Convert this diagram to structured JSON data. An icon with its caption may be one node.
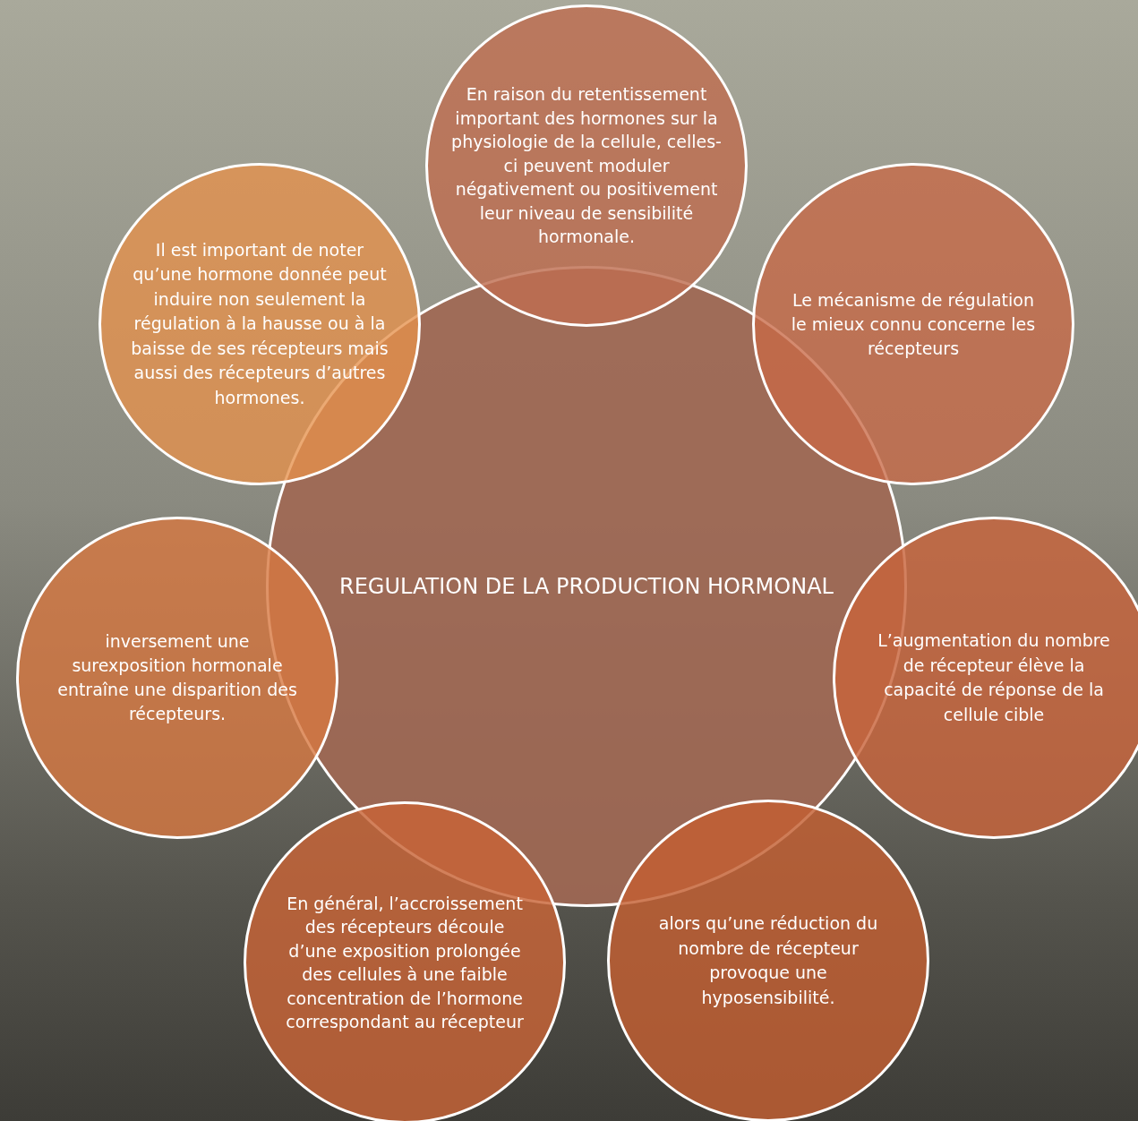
{
  "diagram": {
    "nodes": [
      {
        "text": [
          "REGULATION DE LA PRODUCTION HORMONAL"
        ]
      },
      {
        "text": [
          "En raison du retentissement important des hormones sur la physiologie de la cellule, celles-ci peuvent moduler négativement ou positivement leur niveau de sensibilité hormonale."
        ]
      },
      {
        "text": [
          "Il est important de noter qu’une hormone donnée peut induire non seulement la régulation à la hausse ou à la baisse de ses récepteurs mais aussi des récepteurs d’autres hormones."
        ]
      },
      {
        "text": [
          "Le mécanisme de régulation le mieux connu concerne les récepteurs"
        ]
      },
      {
        "text": [
          "inversement une surexposition hormonale entraîne une disparition des récepteurs."
        ]
      },
      {
        "text": [
          "L’augmentation du nombre de récepteur élève la capacité de réponse de la cellule cible"
        ]
      },
      {
        "text": [
          "En général, l’accroissement des récepteurs découle d’une exposition prolongée des cellules à une faible concentration de l’hormone correspondant au récepteur"
        ]
      },
      {
        "text": [
          "alors qu’une réduction du nombre de récepteur provoque une hyposensibilité."
        ]
      }
    ]
  }
}
